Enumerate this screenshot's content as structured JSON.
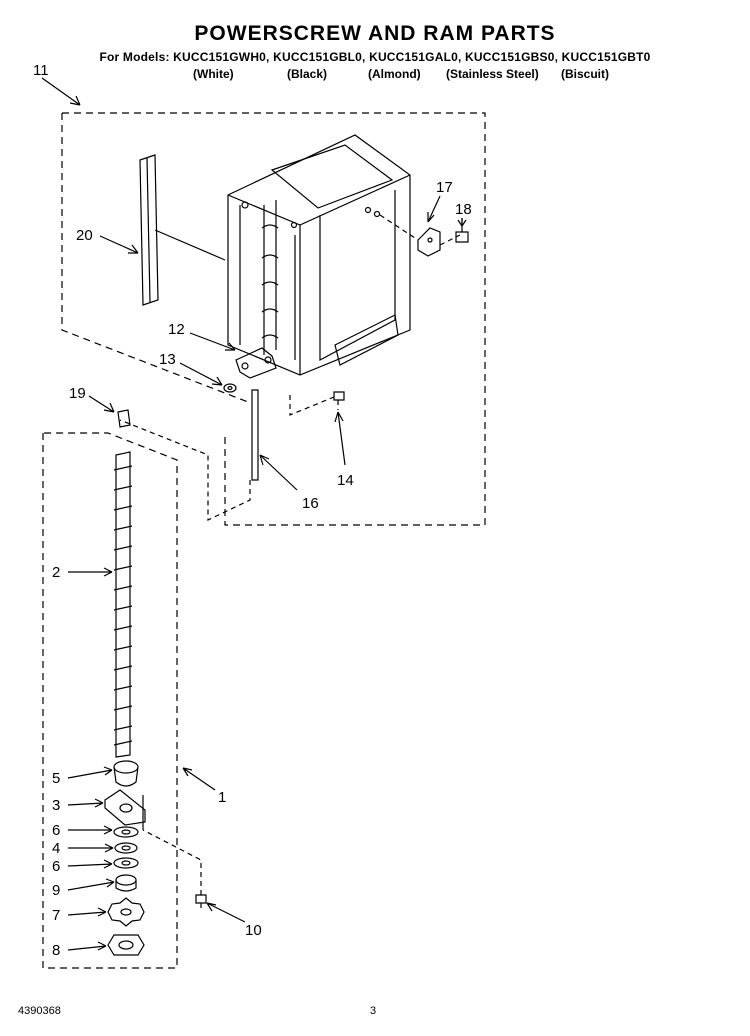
{
  "header": {
    "title": "POWERSCREW AND RAM PARTS",
    "models": "For Models: KUCC151GWH0, KUCC151GBL0, KUCC151GAL0, KUCC151GBS0, KUCC151GBT0",
    "colors": [
      "(White)",
      "(Black)",
      "(Almond)",
      "(Stainless Steel)",
      "(Biscuit)"
    ]
  },
  "callouts": {
    "c1": "1",
    "c2": "2",
    "c3": "3",
    "c4": "4",
    "c5": "5",
    "c6a": "6",
    "c6b": "6",
    "c7": "7",
    "c8": "8",
    "c9": "9",
    "c10": "10",
    "c11": "11",
    "c12": "12",
    "c13": "13",
    "c14": "14",
    "c16": "16",
    "c17": "17",
    "c18": "18",
    "c19": "19",
    "c20": "20"
  },
  "footer": {
    "part_number": "4390368",
    "page": "3"
  }
}
